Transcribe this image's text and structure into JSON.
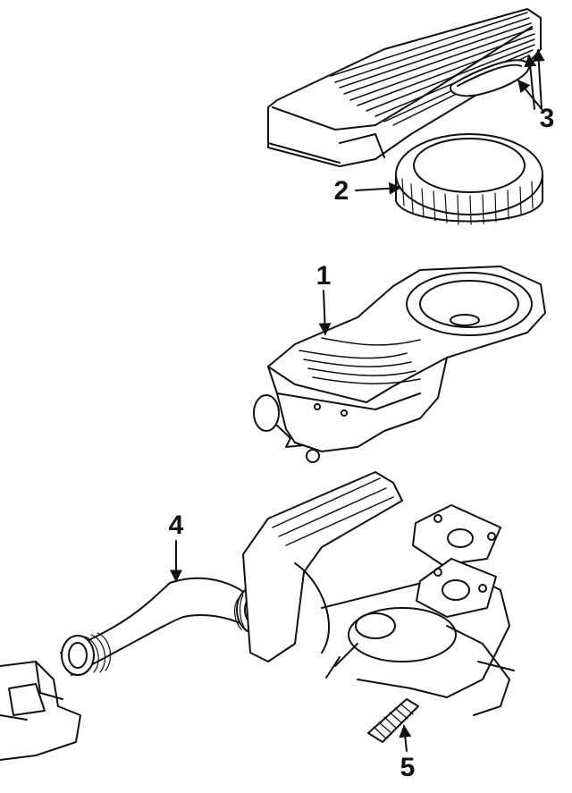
{
  "diagram": {
    "callouts": [
      {
        "id": "part-1",
        "label": "1"
      },
      {
        "id": "part-2",
        "label": "2"
      },
      {
        "id": "part-3",
        "label": "3"
      },
      {
        "id": "part-4",
        "label": "4"
      },
      {
        "id": "part-5",
        "label": "5"
      }
    ]
  },
  "colors": {
    "ink": "#111111",
    "paper": "#ffffff"
  }
}
